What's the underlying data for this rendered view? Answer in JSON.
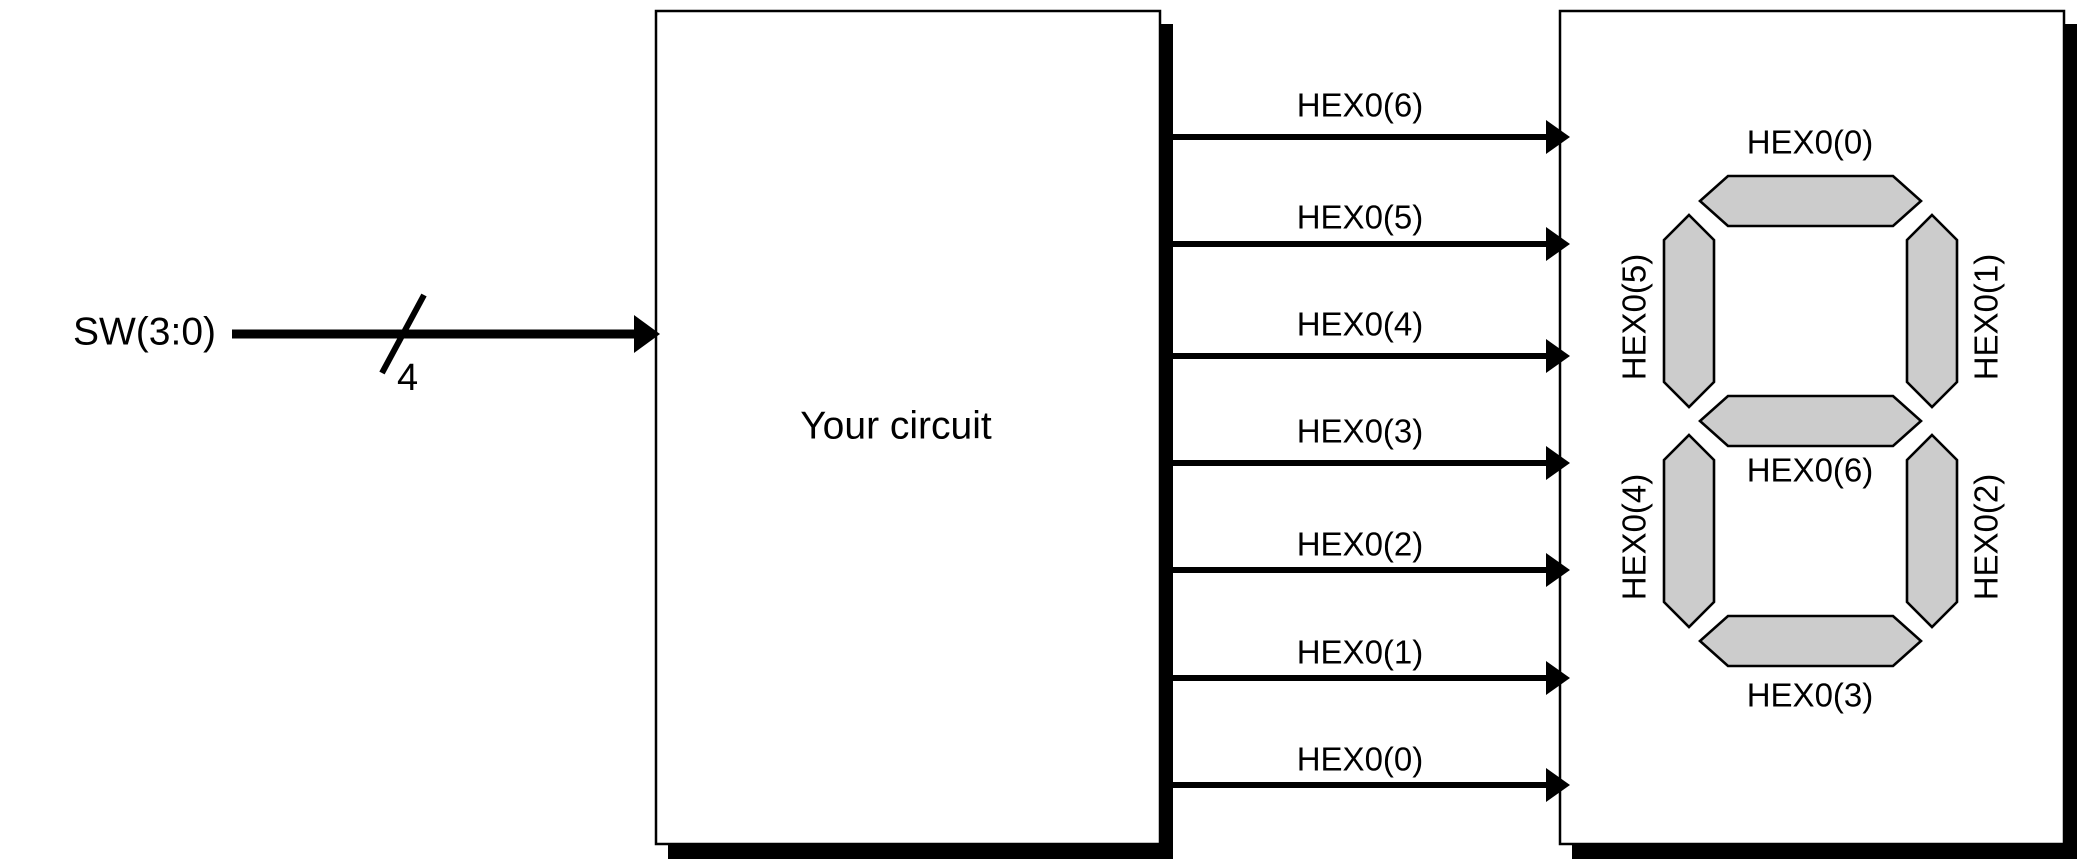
{
  "figure": {
    "background_color": "#ffffff",
    "line_color": "#000000",
    "segment_fill_color": "#cccccc"
  },
  "input": {
    "port_label": "SW(3:0)",
    "bus_width_label": "4"
  },
  "circuit_box": {
    "label": "Your circuit"
  },
  "display_box": {
    "label": ""
  },
  "wires": [
    {
      "label": "HEX0(6)"
    },
    {
      "label": "HEX0(5)"
    },
    {
      "label": "HEX0(4)"
    },
    {
      "label": "HEX0(3)"
    },
    {
      "label": "HEX0(2)"
    },
    {
      "label": "HEX0(1)"
    },
    {
      "label": "HEX0(0)"
    }
  ],
  "seven_segment": {
    "segments": [
      {
        "name": "top",
        "label": "HEX0(0)",
        "orientation": "horizontal"
      },
      {
        "name": "top-right",
        "label": "HEX0(1)",
        "orientation": "vertical"
      },
      {
        "name": "bottom-right",
        "label": "HEX0(2)",
        "orientation": "vertical"
      },
      {
        "name": "bottom",
        "label": "HEX0(3)",
        "orientation": "horizontal"
      },
      {
        "name": "bottom-left",
        "label": "HEX0(4)",
        "orientation": "vertical"
      },
      {
        "name": "top-left",
        "label": "HEX0(5)",
        "orientation": "vertical"
      },
      {
        "name": "middle",
        "label": "HEX0(6)",
        "orientation": "horizontal"
      }
    ]
  }
}
